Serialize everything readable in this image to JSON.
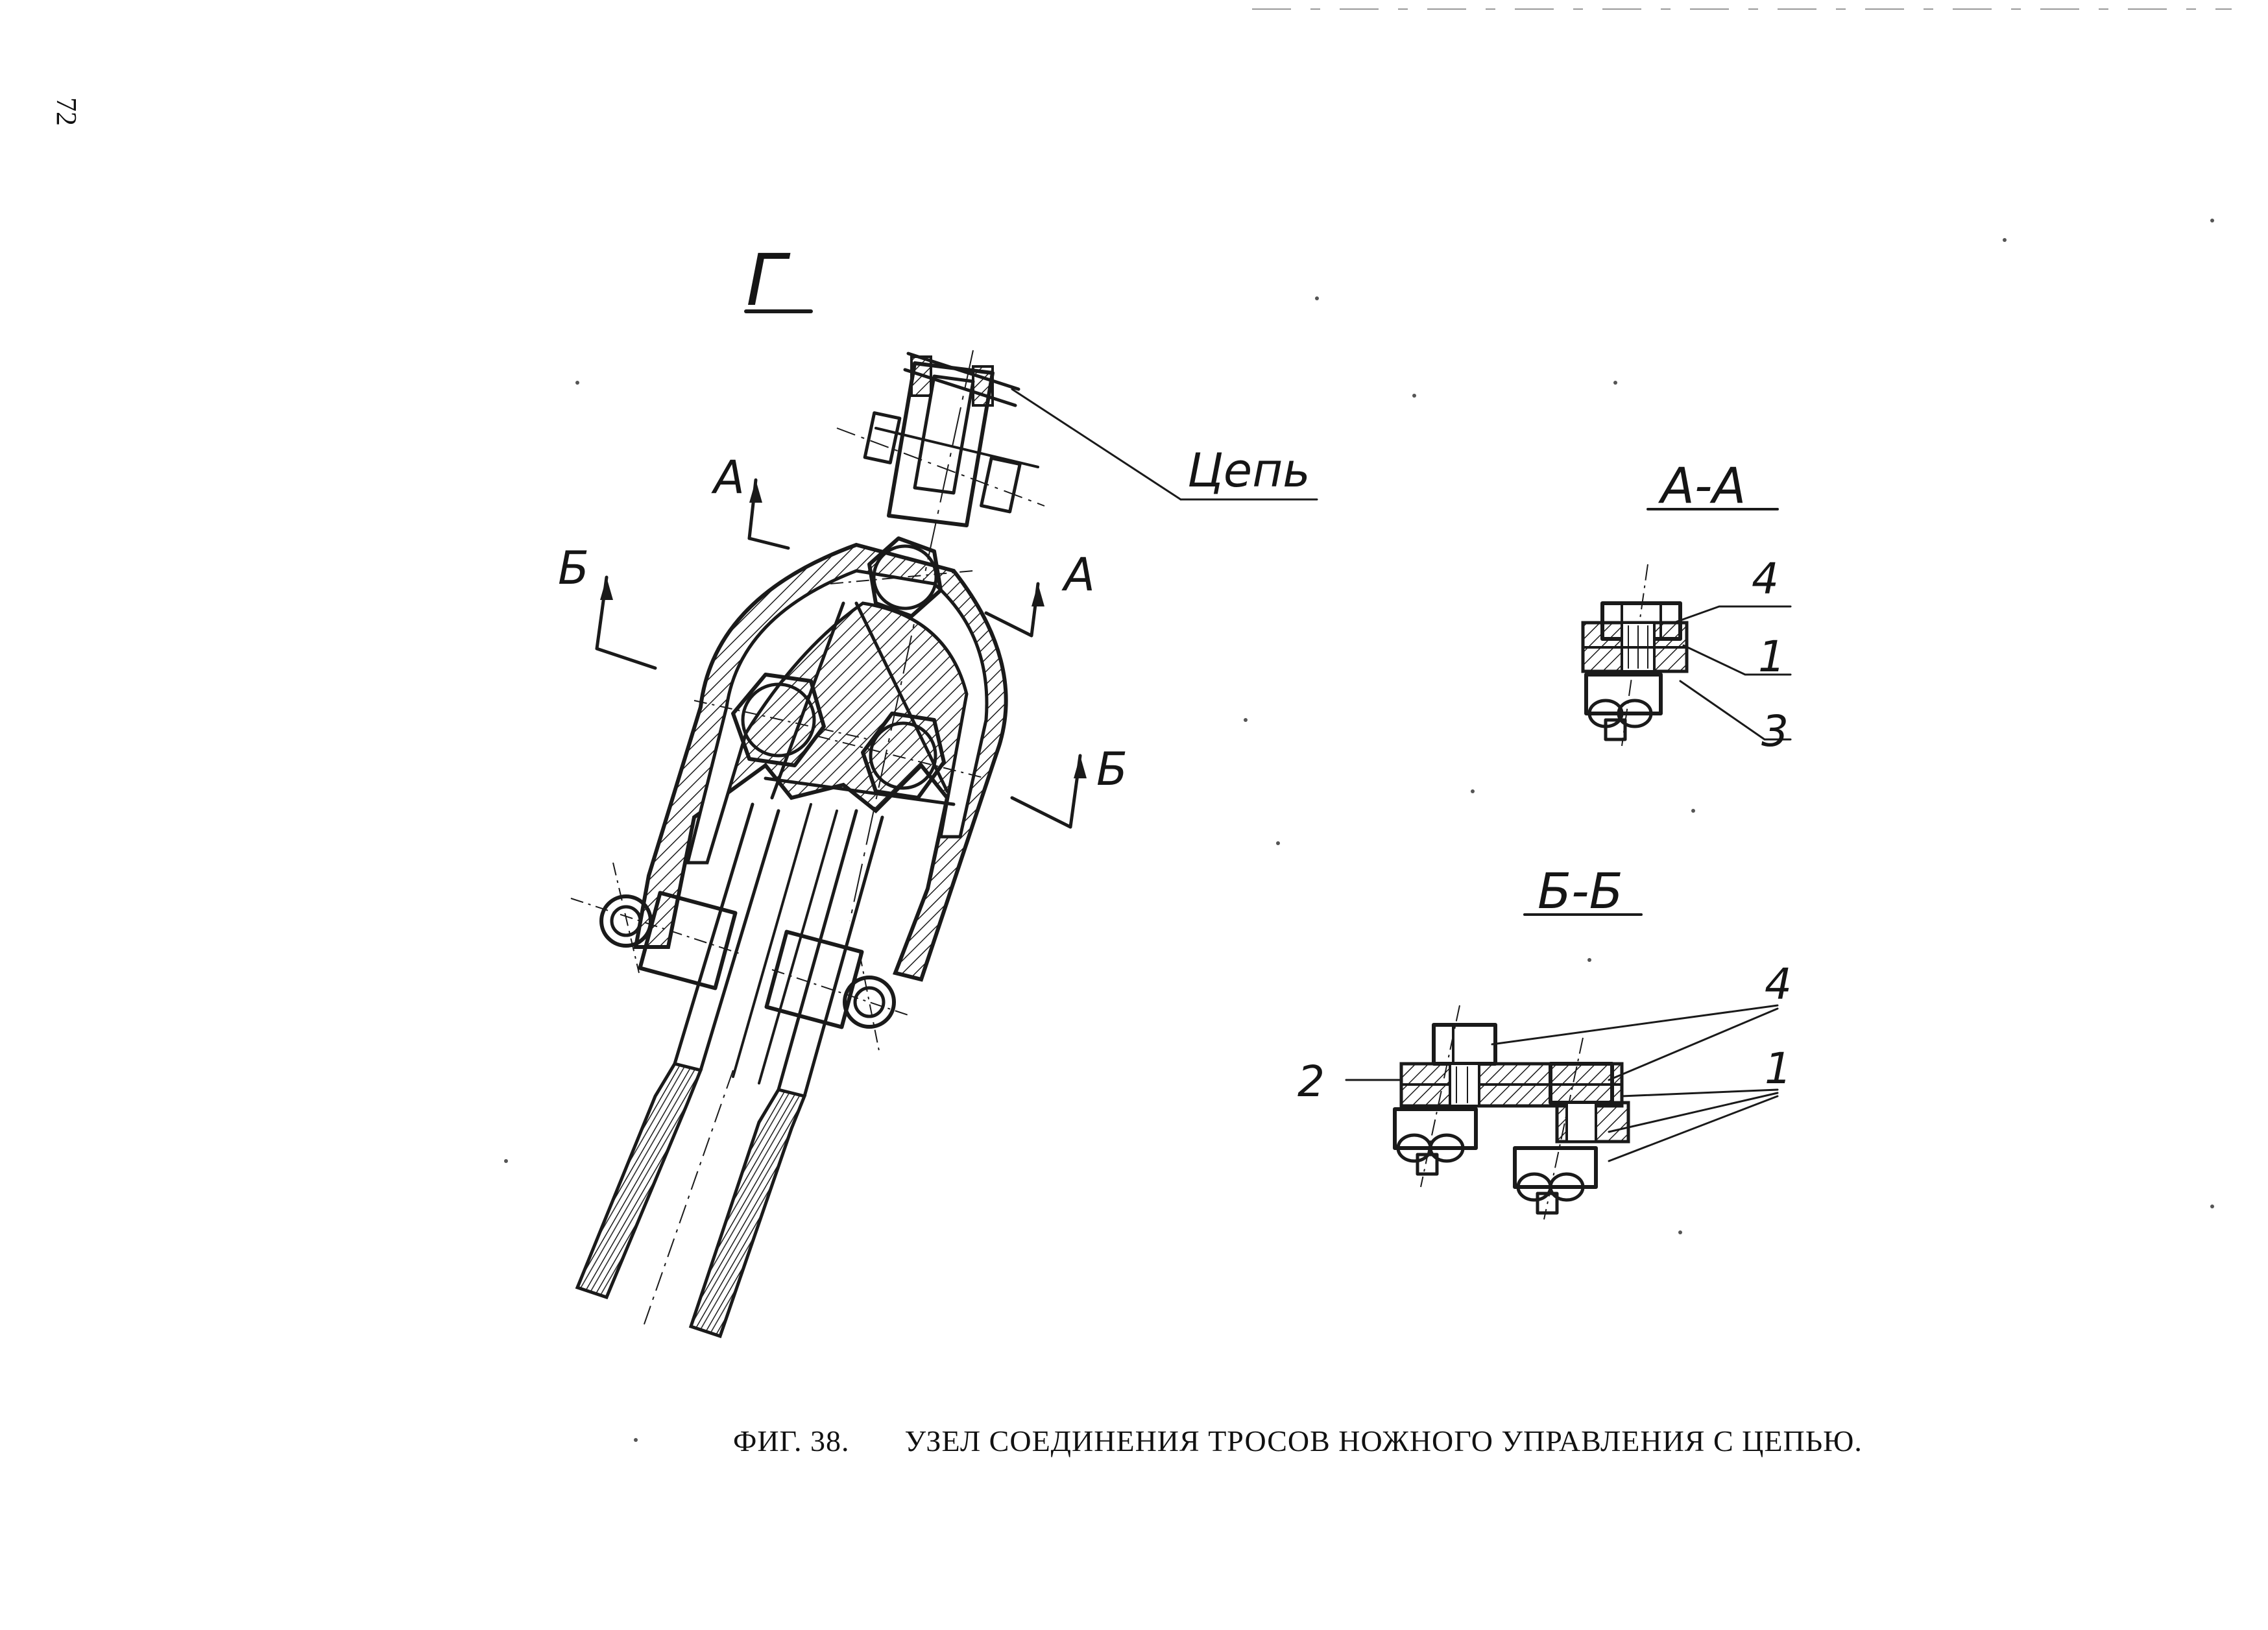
{
  "page_number": "72",
  "view_label": "Г",
  "chain_label": "Цепь",
  "section_markers": {
    "a_left": "А",
    "a_right": "А",
    "b_left": "Б",
    "b_right": "Б"
  },
  "section_aa": {
    "title": "А-А",
    "callouts": [
      "4",
      "1",
      "3"
    ]
  },
  "section_bb": {
    "title": "Б-Б",
    "callouts": [
      "2",
      "4",
      "1"
    ]
  },
  "caption": {
    "figure": "ФИГ. 38.",
    "title": "УЗЕЛ СОЕДИНЕНИЯ ТРОСОВ НОЖНОГО УПРАВЛЕНИЯ С ЦЕПЬЮ."
  },
  "colors": {
    "ink": "#1a1a1a",
    "paper": "#ffffff"
  }
}
